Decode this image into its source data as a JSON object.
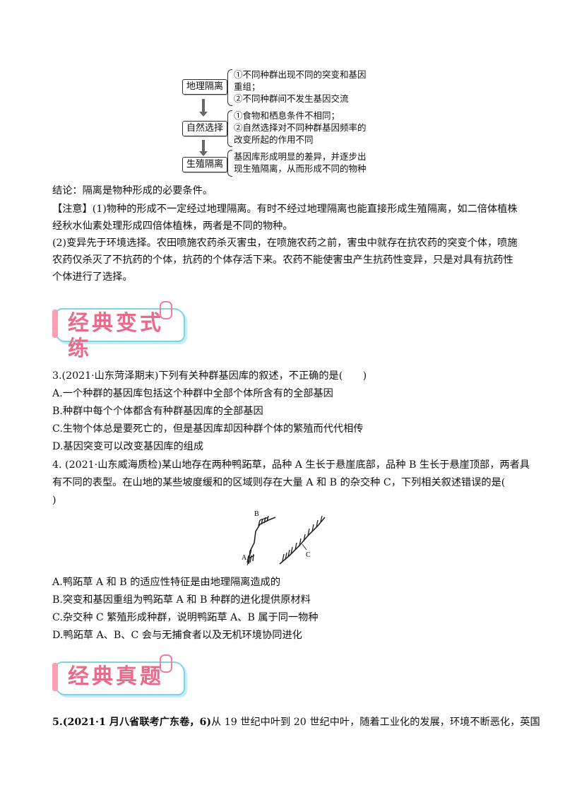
{
  "diagram": {
    "stages": [
      "地理隔离",
      "自然选择",
      "生殖隔离"
    ],
    "geo_notes": [
      "①不同种群出现不同的突变和基因",
      "重组；",
      "②不同种群间不发生基因交流"
    ],
    "sel_notes": [
      "①食物和栖息条件不相同；",
      "②自然选择对不同种群基因频率的",
      "改变所起的作用不同"
    ],
    "repro_notes": [
      "基因库形成明显的差异，并逐步出",
      "现生殖隔离，从而形成不同的物种"
    ]
  },
  "conclusion": "结论：隔离是物种形成的必要条件。",
  "note": {
    "label": "【注意】",
    "p1_lines": [
      "(1)物种的形成不一定经过地理隔离。有时不经过地理隔离也能直接形成生殖隔离，如二倍体植株",
      "经秋水仙素处理形成四倍体植株，两者是不同的物种。"
    ],
    "p2_lines": [
      "(2)变异先于环境选择。农田喷施农药杀灭害虫，在喷施农药之前，害虫中就存在抗农药的突变个体，喷施",
      "农药仅杀灭了不抗药的个体，抗药的个体存活下来。农药不能使害虫产生抗药性变异，只是对具有抗药性",
      "个体进行了选择。"
    ]
  },
  "section1_title": "经典变式练",
  "q3": {
    "stem": "3.(2021·山东菏泽期末)下列有关种群基因库的叙述，不正确的是(　　)",
    "options": [
      "A.一个种群的基因库包括这个种群中全部个体所含有的全部基因",
      "B.种群中每个个体都含有种群基因库的全部基因",
      "C.生物个体总是要死亡的，但是基因库却因种群个体的繁殖而代代相传",
      "D.基因突变可以改变基因库的组成"
    ]
  },
  "q4": {
    "stem_lines": [
      "4. (2021·山东威海质检)某山地存在两种鸭跖草，品种 A 生长于悬崖底部，品种 B 生长于悬崖顶部，两者具",
      "有不同的表型。在山地的某些坡度缓和的区域则存在大量 A 和 B 的杂交种 C，下列相关叙述错误的是(",
      ")"
    ],
    "figure_labels": [
      "B",
      "A",
      "C"
    ],
    "options": [
      "A.鸭跖草 A 和 B 的适应性特征是由地理隔离造成的",
      "B.突变和基因重组为鸭跖草 A 和 B 种群的进化提供原材料",
      "C.杂交种 C 繁殖形成种群，说明鸭跖草 A、B 属于同一物种",
      "D.鸭跖草 A、B、C 会与无捕食者以及无机环境协同进化"
    ]
  },
  "section2_title": "经典真题",
  "q5": {
    "stem_bold": "5.(2021·1 月八省联考广东卷，6)",
    "stem_rest": "从 19 世纪中叶到 20 世纪中叶，随着工业化的发展，环境不断恶化，英国"
  }
}
